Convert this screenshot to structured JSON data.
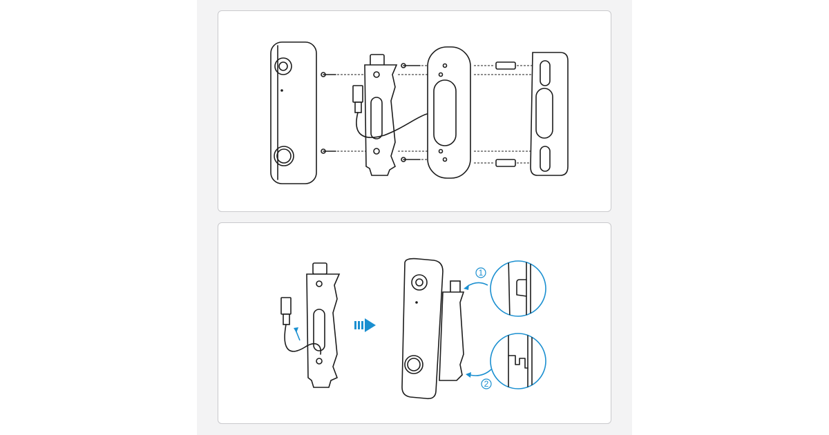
{
  "diagram": {
    "panels": [
      {
        "name": "exploded-installation-view"
      },
      {
        "name": "attach-doorbell-to-bracket"
      }
    ],
    "steps": [
      "1",
      "2"
    ],
    "colors": {
      "accent": "#1a8fd0",
      "line": "#1b1b1b",
      "backdrop": "#f3f3f4"
    }
  }
}
